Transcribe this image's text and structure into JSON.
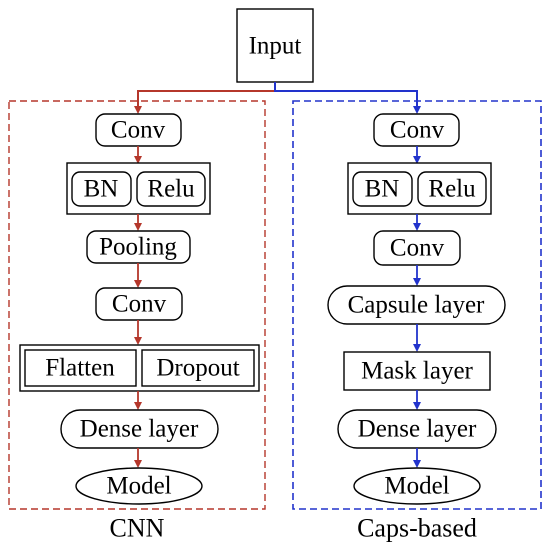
{
  "input": {
    "label": "Input"
  },
  "cnn": {
    "caption": "CNN",
    "conv1": "Conv",
    "bn": "BN",
    "relu": "Relu",
    "pooling": "Pooling",
    "conv2": "Conv",
    "flatten": "Flatten",
    "dropout": "Dropout",
    "dense": "Dense layer",
    "model": "Model",
    "color": "#b5372b"
  },
  "caps": {
    "caption": "Caps-based",
    "conv1": "Conv",
    "bn": "BN",
    "relu": "Relu",
    "conv2": "Conv",
    "capsule": "Capsule layer",
    "mask": "Mask layer",
    "dense": "Dense layer",
    "model": "Model",
    "color": "#2233cc"
  }
}
